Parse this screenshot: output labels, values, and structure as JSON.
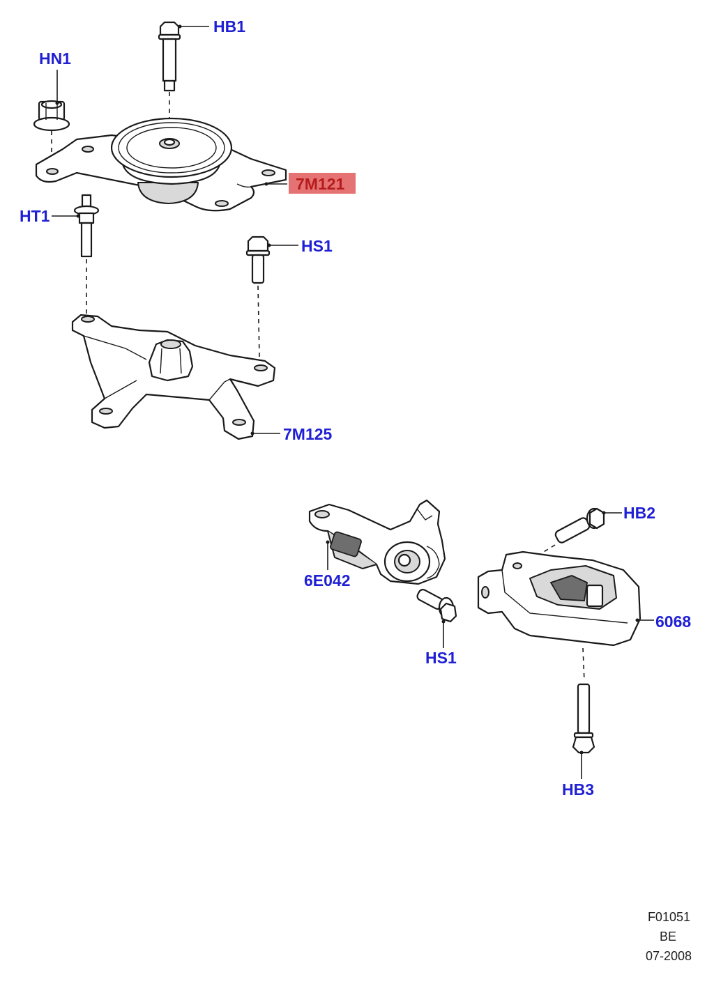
{
  "colors": {
    "callout_text": "#1f1fd4",
    "highlight_fill": "#e57373",
    "highlight_text": "#b71c1c"
  },
  "callouts": {
    "hb1": "HB1",
    "hn1": "HN1",
    "m7m121": "7M121",
    "ht1": "HT1",
    "hs1_top": "HS1",
    "m7m125": "7M125",
    "hb2": "HB2",
    "e6e042": "6E042",
    "m6068": "6068",
    "hs1_bottom": "HS1",
    "hb3": "HB3"
  },
  "highlighted_part": "7M121",
  "reference": {
    "figure_code": "F01051",
    "region": "BE",
    "date": "07-2008"
  }
}
